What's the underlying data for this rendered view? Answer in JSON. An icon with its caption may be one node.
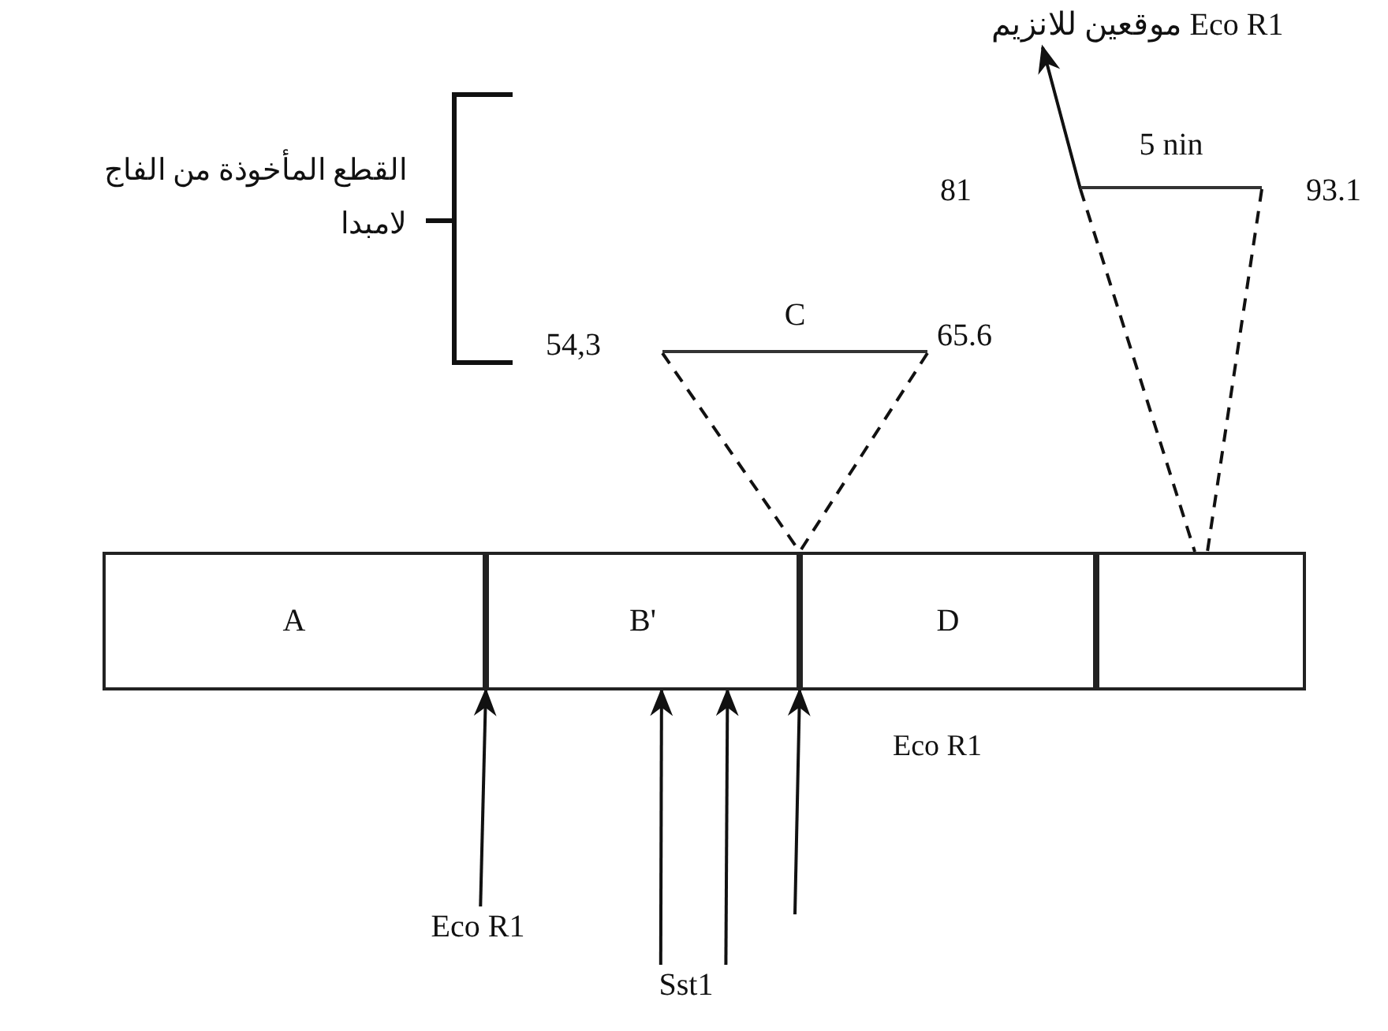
{
  "diagram": {
    "nodes": [
      {
        "text": [
          "A"
        ]
      },
      {
        "text": [
          "B'"
        ]
      },
      {
        "text": [
          "D"
        ]
      },
      {
        "text": [],
        "shape": "box"
      },
      {
        "text": [
          "C"
        ],
        "beside": [
          "54,3",
          "65.6"
        ]
      },
      {
        "text": [
          "5 nin"
        ],
        "beside": [
          "81",
          "93.1"
        ]
      },
      {
        "text": [
          "موقعين للانزيم Eco R1"
        ]
      },
      {
        "text": [
          "Eco R1"
        ]
      },
      {
        "text": [
          "Sst1"
        ]
      }
    ],
    "edges": [
      {
        "from": 4,
        "to": 1,
        "arrow": "none",
        "style": "dashed"
      },
      {
        "from": 4,
        "to": 2,
        "arrow": "none",
        "style": "dashed"
      },
      {
        "from": 5,
        "to": 3,
        "arrow": "none",
        "style": "dashed"
      },
      {
        "from": 5,
        "to": 3,
        "arrow": "none",
        "style": "dashed"
      },
      {
        "from": 5,
        "to": 6,
        "arrow": "to"
      },
      {
        "from": 7,
        "to": 0,
        "arrow": "to"
      },
      {
        "from": 8,
        "to": 1,
        "arrow": "to"
      },
      {
        "from": 8,
        "to": 1,
        "arrow": "to"
      },
      {
        "from": null,
        "to": 1,
        "arrow": "to"
      }
    ],
    "labels": [
      "القطع المأخوذة من الفاج لامبدا",
      "Eco R1"
    ]
  }
}
